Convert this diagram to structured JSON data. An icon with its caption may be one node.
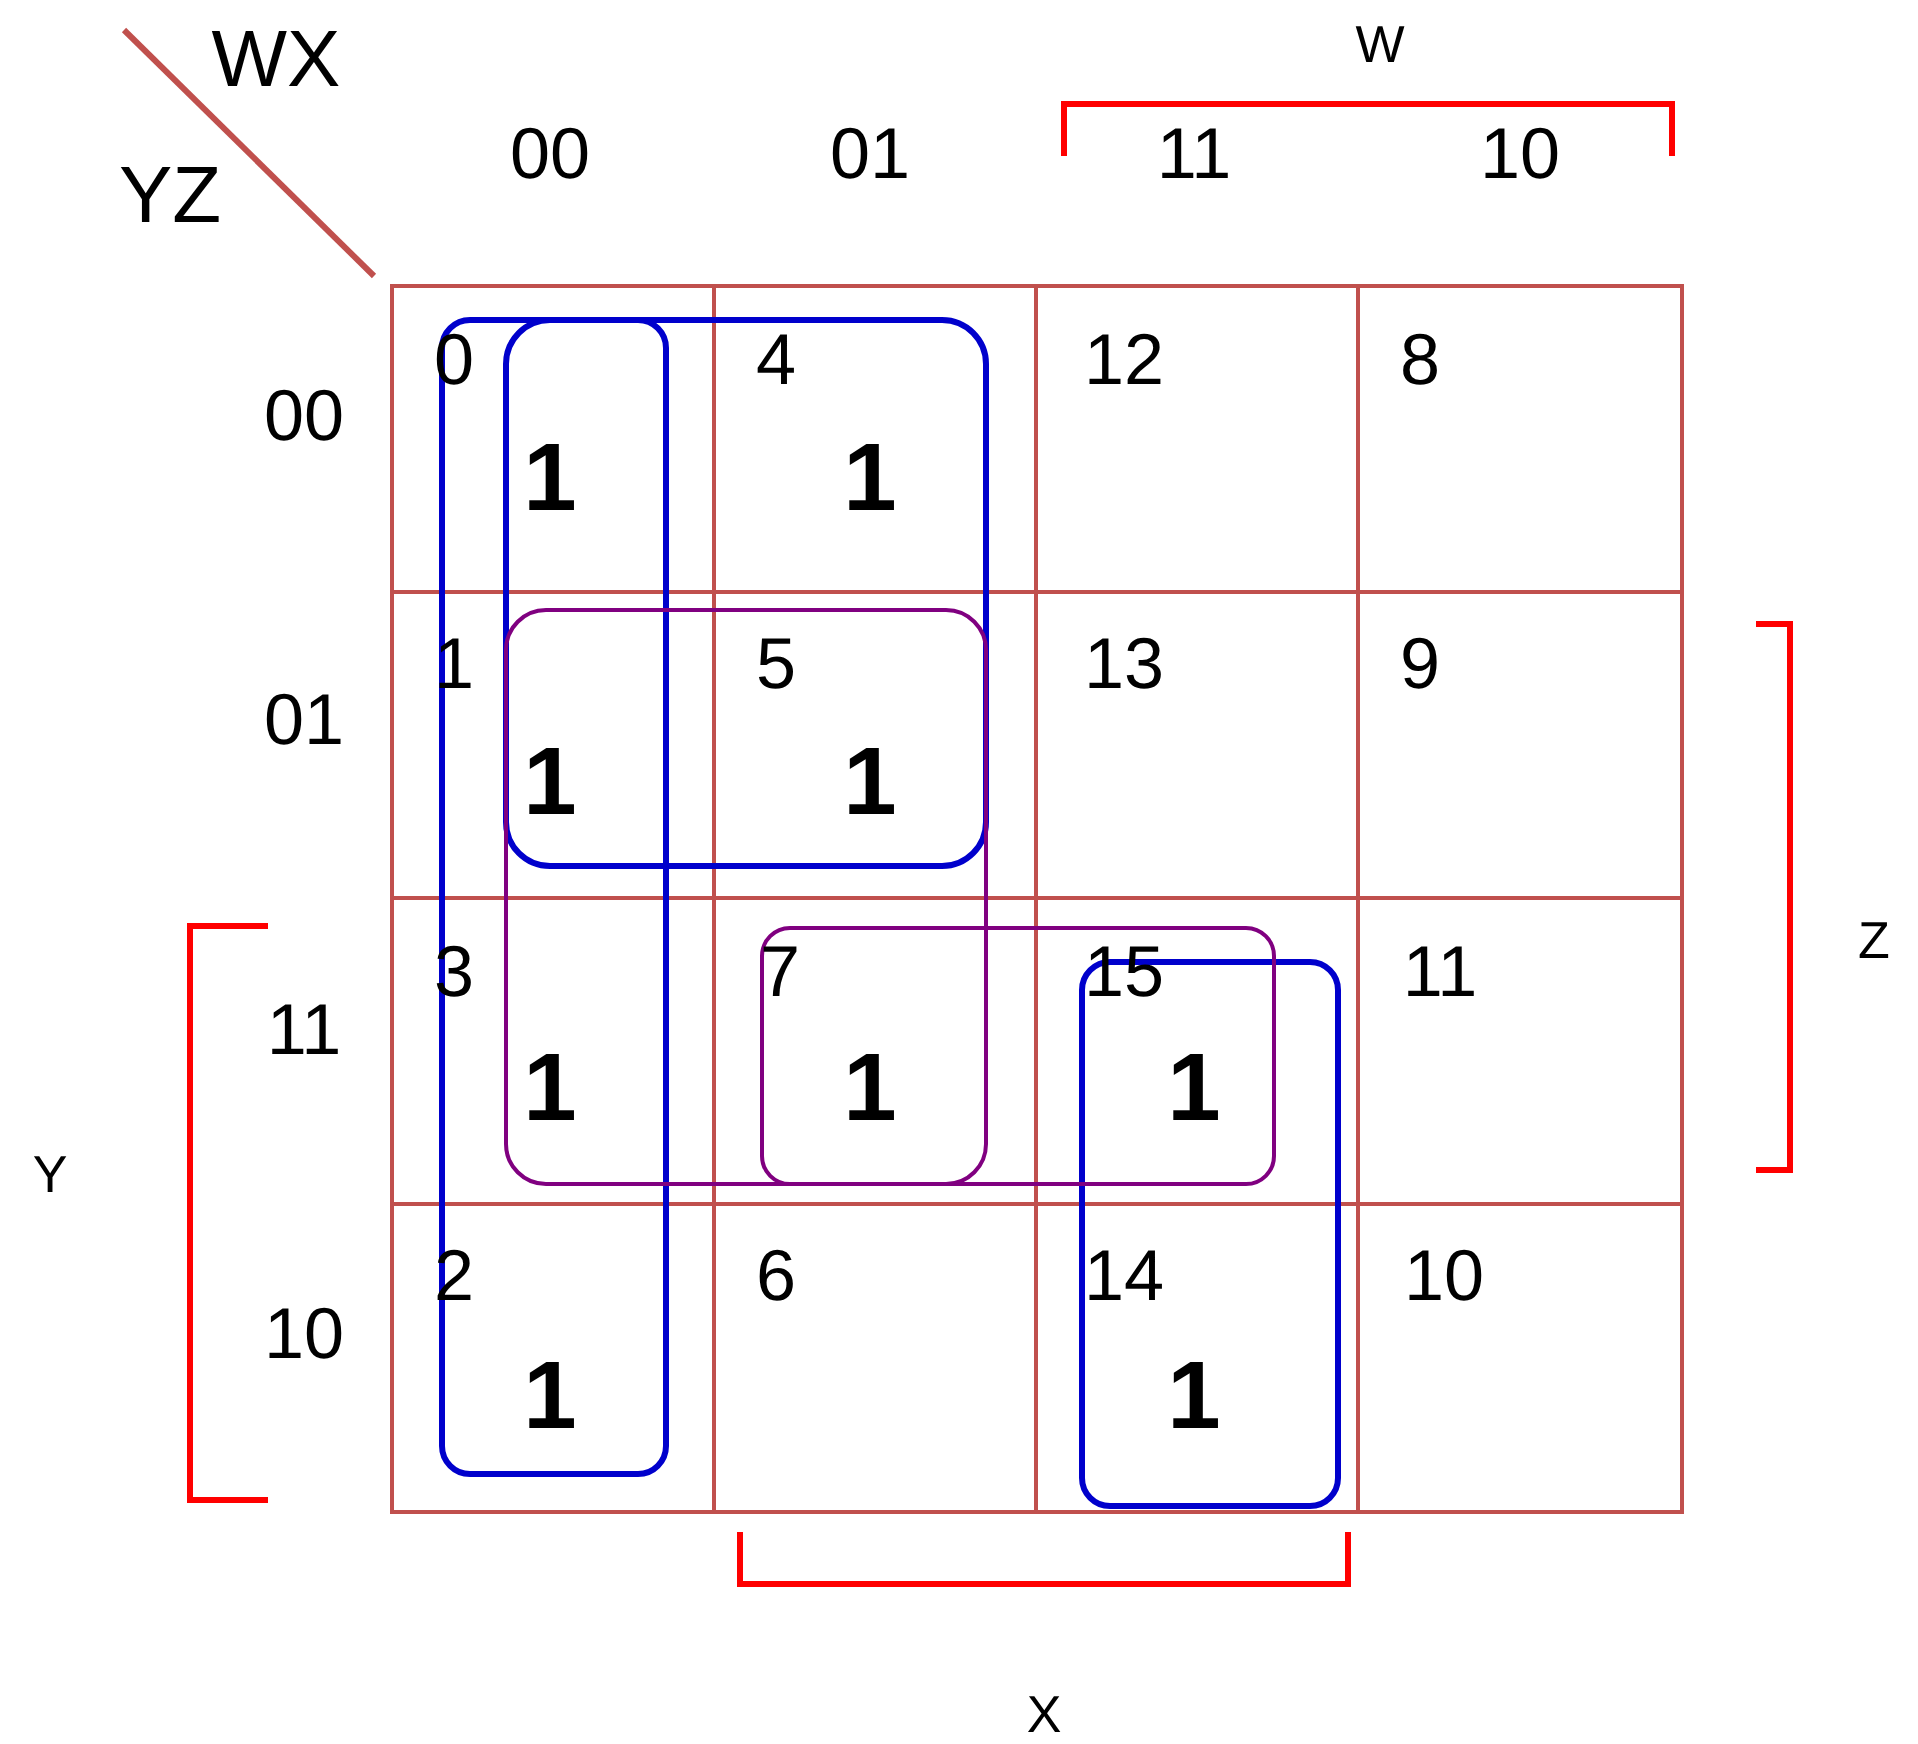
{
  "diagram": {
    "labels": [
      "WX",
      "W",
      "YZ",
      "00",
      "01",
      "11",
      "10",
      "00",
      "0",
      "1",
      "4",
      "1",
      "12",
      "8",
      "01",
      "1",
      "1",
      "5",
      "1",
      "13",
      "9",
      "Z",
      "11",
      "3",
      "1",
      "7",
      "1",
      "15",
      "1",
      "11",
      "Y",
      "10",
      "2",
      "1",
      "6",
      "14",
      "1",
      "10",
      "X"
    ]
  }
}
